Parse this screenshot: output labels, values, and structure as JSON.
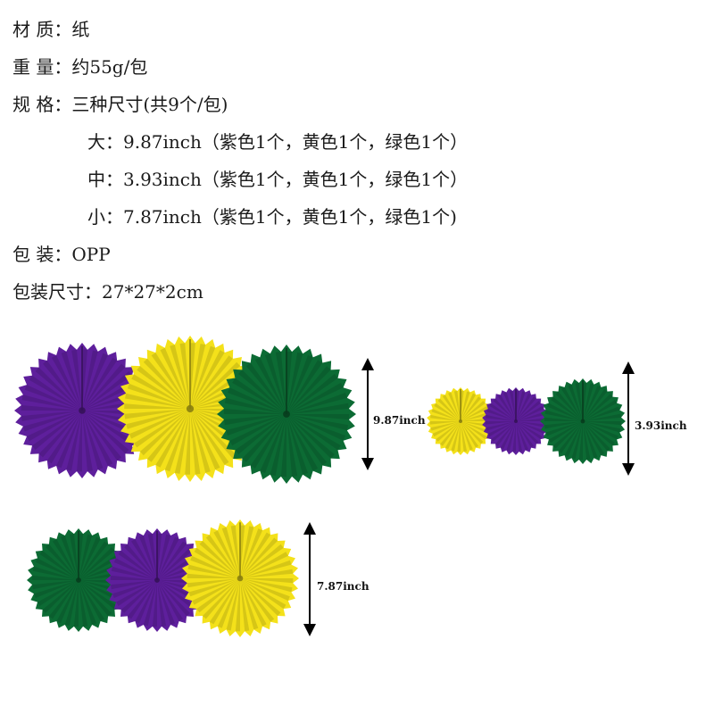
{
  "specs": {
    "material": "材 质：纸",
    "weight": "重 量：约55g/包",
    "spec": "规 格：三种尺寸(共9个/包)",
    "large": "大：9.87inch（紫色1个，黄色1个，绿色1个）",
    "medium": "中：3.93inch（紫色1个，黄色1个，绿色1个）",
    "small": "小：7.87inch（紫色1个，黄色1个，绿色1个)",
    "package": "包 装：OPP",
    "package_size": "包装尺寸：27*27*2cm"
  },
  "dimensions": {
    "large": "9.87inch",
    "medium": "3.93inch",
    "small": "7.87inch"
  },
  "colors": {
    "purple": "#5e1f9c",
    "yellow": "#f4e11a",
    "green": "#0c6b34",
    "text": "#1a1a1a"
  }
}
